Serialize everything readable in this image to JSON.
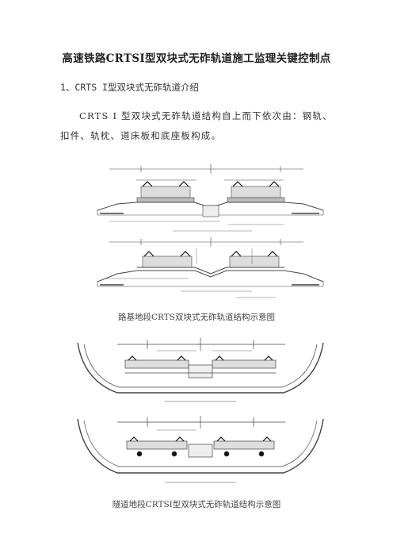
{
  "document": {
    "title": "高速铁路CRTSⅠ型双块式无砟轨道施工监理关键控制点",
    "section_heading": "1、CRTS I型双块式无砟轨道介绍",
    "paragraph": "CRTS I 型双块式无砟轨道结构自上而下依次由：钢轨、扣件、轨枕、道床板和底座板构成。",
    "caption_subgrade": "路基地段CRTS双块式无砟轨道结构示意图",
    "caption_tunnel": "隧道地段CRTSⅠ型双块式无砟轨道结构示意图"
  }
}
